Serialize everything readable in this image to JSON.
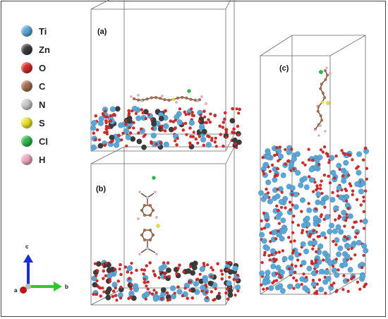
{
  "legend": [
    {
      "symbol": "Ti",
      "color": "#5aa6d6"
    },
    {
      "symbol": "Zn",
      "color": "#3b3b3b"
    },
    {
      "symbol": "O",
      "color": "#d62a2a"
    },
    {
      "symbol": "C",
      "color": "#a56f4f"
    },
    {
      "symbol": "N",
      "color": "#c9c9c9"
    },
    {
      "symbol": "S",
      "color": "#e7e32a"
    },
    {
      "symbol": "Cl",
      "color": "#2fb84a"
    },
    {
      "symbol": "H",
      "color": "#efa7c0"
    }
  ],
  "panels": {
    "a": "(a)",
    "b": "(b)",
    "c": "(c)"
  },
  "axes": {
    "a": "a",
    "b": "b",
    "c": "c"
  }
}
